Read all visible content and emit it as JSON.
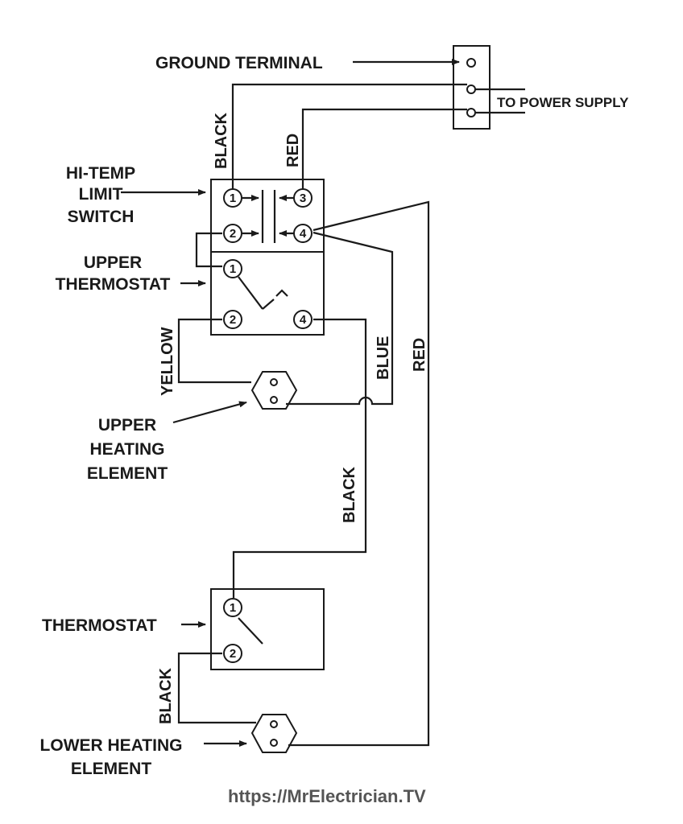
{
  "labels": {
    "ground_terminal": "GROUND TERMINAL",
    "to_power_supply": "TO POWER SUPPLY",
    "hi_temp_1": "HI-TEMP",
    "hi_temp_2": "LIMIT",
    "hi_temp_3": "SWITCH",
    "upper_thermostat_1": "UPPER",
    "upper_thermostat_2": "THERMOSTAT",
    "upper_element_1": "UPPER",
    "upper_element_2": "HEATING",
    "upper_element_3": "ELEMENT",
    "thermostat": "THERMOSTAT",
    "lower_element_1": "LOWER HEATING",
    "lower_element_2": "ELEMENT"
  },
  "wires": {
    "black_top": "BLACK",
    "red_top": "RED",
    "yellow": "YELLOW",
    "blue": "BLUE",
    "red_right": "RED",
    "black_mid": "BLACK",
    "black_low": "BLACK"
  },
  "terminals": {
    "limit_1": "1",
    "limit_2": "2",
    "limit_3": "3",
    "limit_4": "4",
    "thermo_1": "1",
    "thermo_2": "2",
    "thermo_4": "4",
    "lower_1": "1",
    "lower_2": "2"
  },
  "footer": {
    "url": "https://MrElectrician.TV"
  }
}
